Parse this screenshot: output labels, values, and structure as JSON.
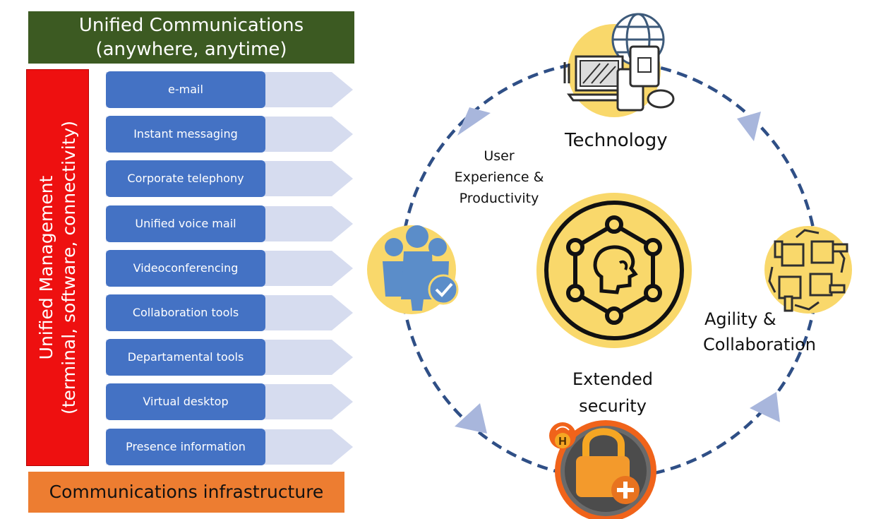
{
  "left_panel": {
    "top_banner": {
      "line1": "Unified Communications",
      "line2": "(anywhere, anytime)",
      "color": "#3c5a22"
    },
    "side_bar": {
      "line1": "Unified Management",
      "line2": "(terminal, software, connectivity)",
      "color": "#ee1010"
    },
    "services": [
      {
        "label": "e-mail"
      },
      {
        "label": "Instant messaging"
      },
      {
        "label": "Corporate telephony"
      },
      {
        "label": "Unified voice mail"
      },
      {
        "label": "Videoconferencing"
      },
      {
        "label": "Collaboration tools"
      },
      {
        "label": "Departamental tools"
      },
      {
        "label": "Virtual desktop"
      },
      {
        "label": "Presence information"
      }
    ],
    "service_color": "#4472c4",
    "arrow_color": "#d6dcef",
    "bottom_banner": {
      "label": "Communications infrastructure",
      "color": "#ed7d31"
    }
  },
  "cycle": {
    "ring_color": "#2f4f86",
    "arrow_color": "#a8b6dc",
    "node_color": "#f9d86b",
    "nodes": [
      {
        "name": "technology",
        "label": "Technology",
        "icon": "devices-icon"
      },
      {
        "name": "agility",
        "label_line1": "Agility &",
        "label_line2": "Collaboration",
        "icon": "joined-hands-icon"
      },
      {
        "name": "security",
        "label_line1": "Extended",
        "label_line2": "security",
        "icon": "padlock-plus-icon",
        "badge": "H"
      },
      {
        "name": "user",
        "label_line1": "User",
        "label_line2": "Experience &",
        "label_line3": "Productivity",
        "icon": "people-check-icon"
      }
    ],
    "center_icon": "head-network-icon"
  }
}
